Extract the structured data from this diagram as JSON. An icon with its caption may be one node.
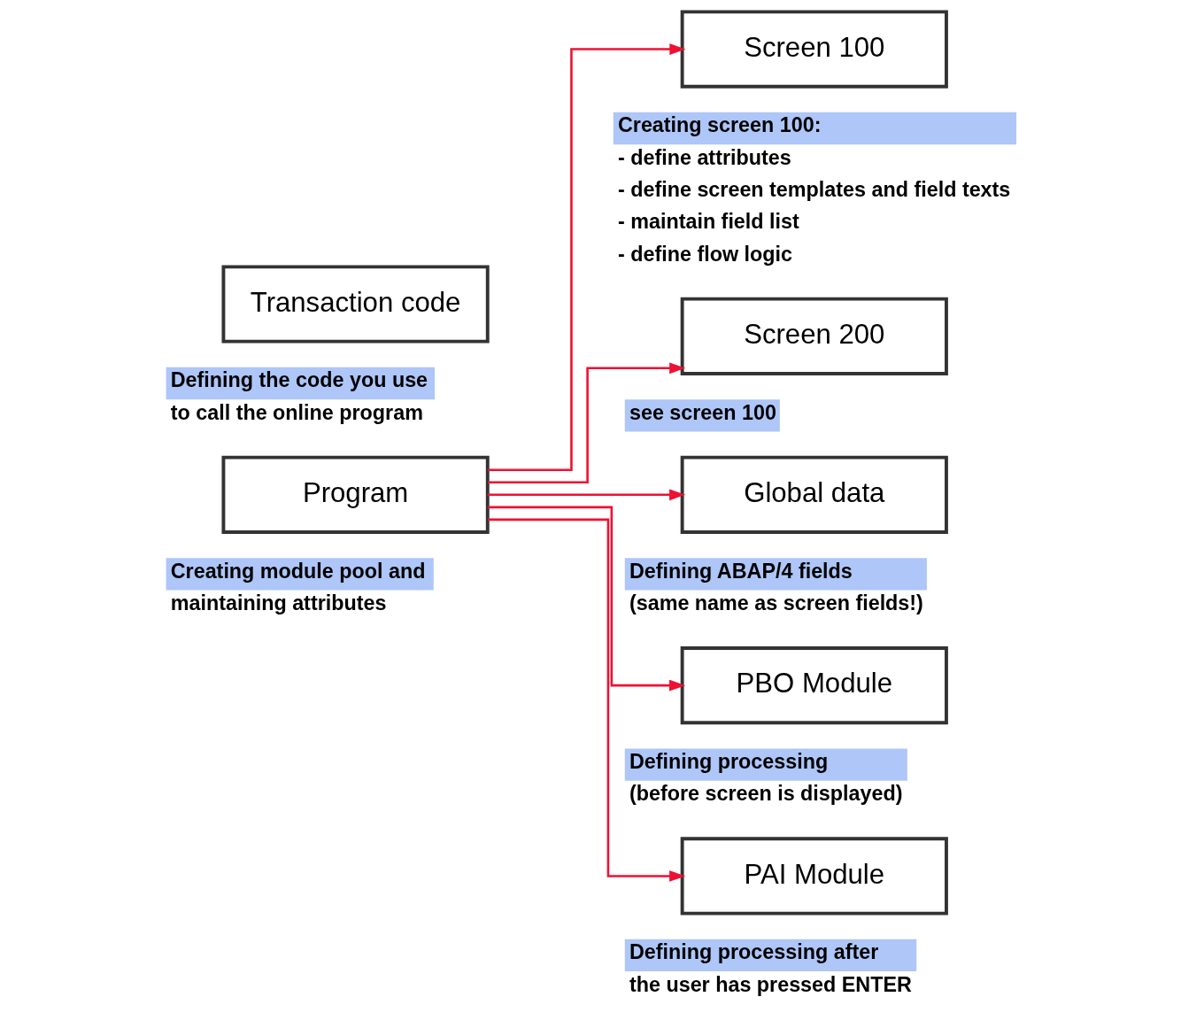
{
  "diagram": {
    "nodes": [
      {
        "text": [
          "Program"
        ],
        "beside": [
          "Creating module pool and",
          "maintaining attributes"
        ]
      },
      {
        "text": [
          "Screen 100"
        ],
        "beside": [
          "Creating screen 100:",
          "- define attributes",
          "- define screen templates and field texts",
          "- maintain field list",
          "- define flow logic"
        ]
      },
      {
        "text": [
          "Screen 200"
        ],
        "beside": [
          "see screen 100"
        ]
      },
      {
        "text": [
          "Global data"
        ],
        "beside": [
          "Defining ABAP/4 fields",
          "(same name as screen fields!)"
        ]
      },
      {
        "text": [
          "PBO Module"
        ],
        "beside": [
          "Defining processing",
          "(before screen is displayed)"
        ]
      },
      {
        "text": [
          "PAI Module"
        ],
        "beside": [
          "Defining processing after",
          "the user has pressed ENTER"
        ]
      },
      {
        "text": [
          "Transaction code"
        ],
        "beside": [
          "Defining the code you use",
          "to call the online program"
        ]
      }
    ],
    "edges": [
      {
        "from": 0,
        "to": 1,
        "arrow": "to"
      },
      {
        "from": 0,
        "to": 2,
        "arrow": "to"
      },
      {
        "from": 0,
        "to": 3,
        "arrow": "to"
      },
      {
        "from": 0,
        "to": 4,
        "arrow": "to"
      },
      {
        "from": 0,
        "to": 5,
        "arrow": "to"
      }
    ]
  }
}
